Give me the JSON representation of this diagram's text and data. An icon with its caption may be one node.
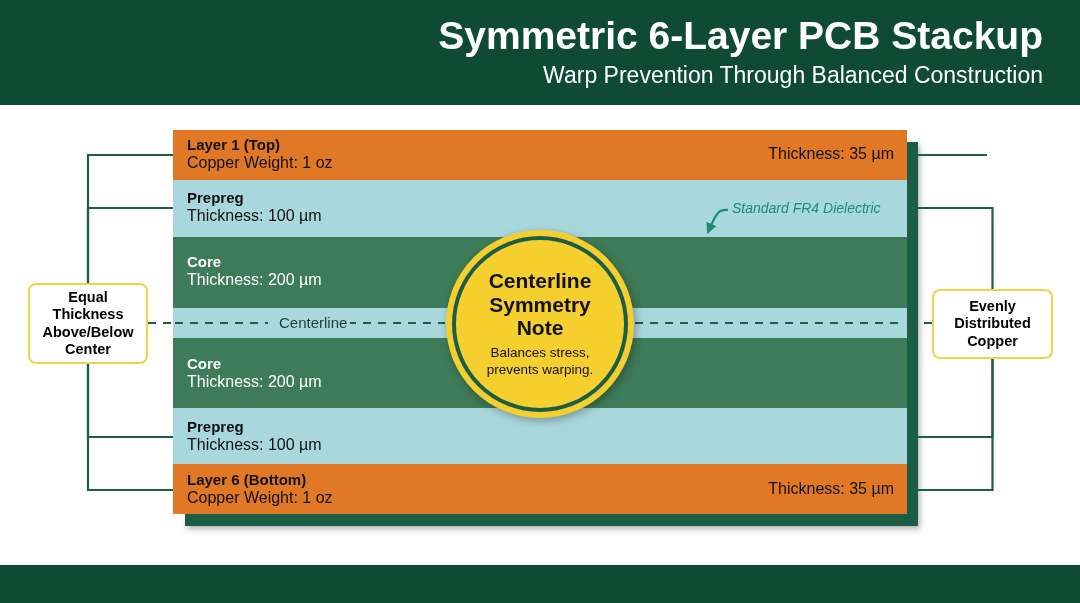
{
  "diagram": {
    "title": "Symmetric 6-Layer PCB Stackup",
    "nodes": [
      {
        "text": [
          "Layer 1 (Top)",
          "Copper Weight: 1 oz",
          "Thickness: 35 µm"
        ]
      },
      {
        "text": [
          "Prepreg",
          "Thickness: 100 µm"
        ]
      },
      {
        "text": [
          "Standard FR4 Dielectric"
        ],
        "in": 1
      },
      {
        "text": [
          "Core",
          "Thickness: 200 µm"
        ]
      },
      {
        "text": [
          "Centerline"
        ]
      },
      {
        "text": [
          "Core",
          "Thickness: 200 µm"
        ]
      },
      {
        "text": [
          "Prepreg",
          "Thickness: 100 µm"
        ]
      },
      {
        "text": [
          "Layer 6 (Bottom)",
          "Copper Weight: 1 oz",
          "Thickness: 35 µm"
        ]
      },
      {
        "text": [
          "Centerline Symmetry Note",
          "Balances stress, prevents warping."
        ]
      },
      {
        "text": [
          "Equal Thickness Above/Below Center"
        ]
      },
      {
        "text": [
          "Evenly Distributed Copper"
        ]
      }
    ],
    "edges": [
      {
        "from": 9,
        "to": 0,
        "arrow": "none"
      },
      {
        "from": 9,
        "to": 1,
        "arrow": "none"
      },
      {
        "from": 9,
        "to": 4,
        "arrow": "none",
        "style": "dashed"
      },
      {
        "from": 9,
        "to": 6,
        "arrow": "none"
      },
      {
        "from": 9,
        "to": 7,
        "arrow": "none"
      },
      {
        "from": 10,
        "to": 1,
        "arrow": "none"
      },
      {
        "from": 10,
        "to": 4,
        "arrow": "none",
        "style": "dashed"
      },
      {
        "from": 10,
        "to": 6,
        "arrow": "none"
      },
      {
        "from": 10,
        "to": 7,
        "arrow": "none"
      },
      {
        "from": 0,
        "to": null,
        "arrow": "none"
      },
      {
        "from": 2,
        "to": null,
        "arrow": "to",
        "color": "#1b8c78"
      }
    ],
    "labels": [
      "Warp Prevention Through Balanced Construction"
    ]
  }
}
